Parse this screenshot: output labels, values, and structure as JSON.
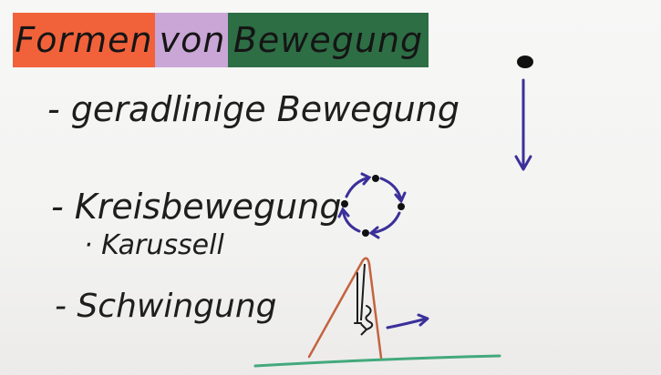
{
  "board": {
    "title": {
      "part1": "Formen",
      "part2": "von",
      "part3": "Bewegung",
      "colors": {
        "part1": "#f1623a",
        "part2": "#c9a6d6",
        "part3": "#2d6e45"
      }
    },
    "items": [
      {
        "text": "- geradlinige Bewegung"
      },
      {
        "text": "- Kreisbewegung"
      },
      {
        "text": "· Karussell"
      },
      {
        "text": "- Schwingung"
      }
    ],
    "ink_colors": {
      "arrow": "#3b3099",
      "tent": "#c4633f",
      "ground": "#43a97c",
      "dots": "#111111"
    }
  }
}
